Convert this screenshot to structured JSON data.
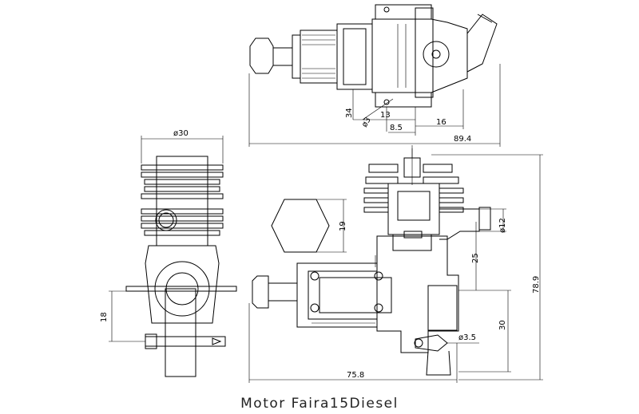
{
  "caption": "Motor Faira15Diesel",
  "dimensions": {
    "d30": "ø30",
    "d34": "34",
    "d3": "ø3",
    "d13": "13",
    "d8_5": "8.5",
    "d16": "16",
    "d89_4": "89.4",
    "d19": "19",
    "d12": "ø12",
    "d25": "25",
    "d78_9": "78.9",
    "d18": "18",
    "d30b": "30",
    "d3_5": "ø3.5",
    "d75_8": "75.8"
  }
}
